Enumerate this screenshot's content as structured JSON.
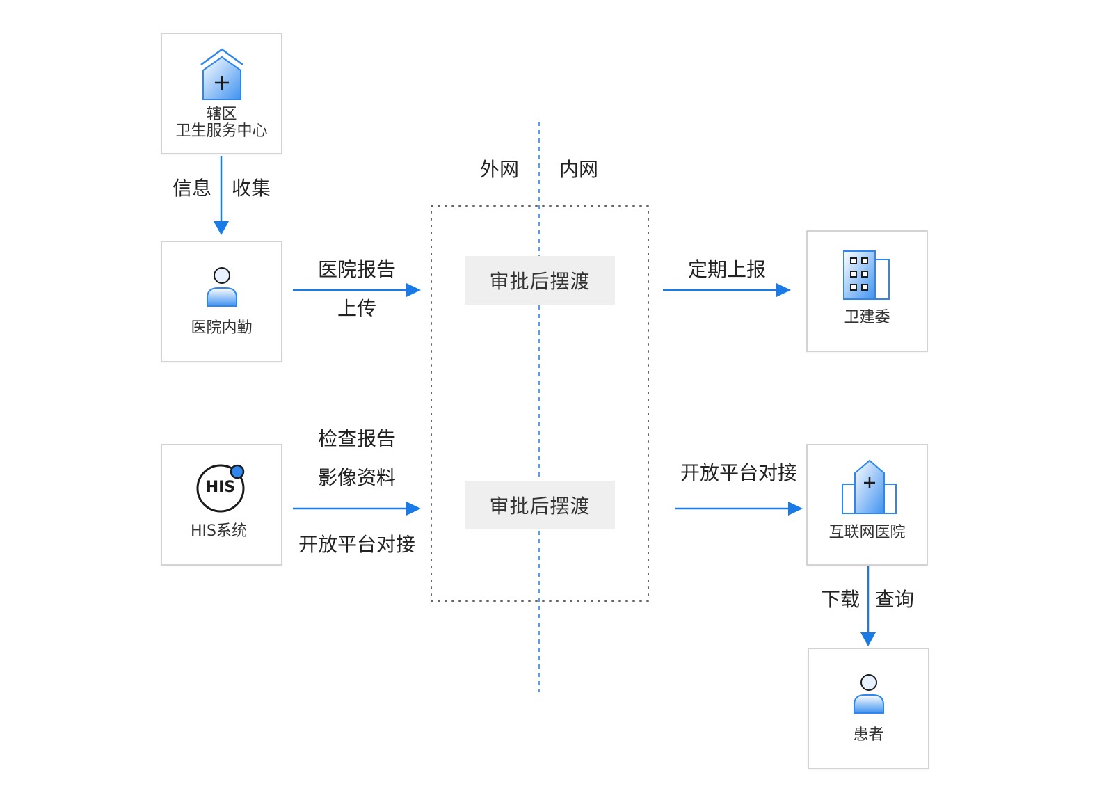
{
  "zones": {
    "external": "外网",
    "internal": "内网"
  },
  "nodes": {
    "district_center": {
      "label_line1": "辖区",
      "label_line2": "卫生服务中心",
      "icon": "hospital-house-icon"
    },
    "hospital_logistics": {
      "label": "医院内勤",
      "icon": "person-icon"
    },
    "his_system": {
      "label": "HIS系统",
      "icon": "his-badge-icon",
      "badge_text": "HIS"
    },
    "health_commission": {
      "label": "卫建委",
      "icon": "office-building-icon"
    },
    "internet_hospital": {
      "label": "互联网医院",
      "icon": "hospital-building-icon"
    },
    "patient": {
      "label": "患者",
      "icon": "person-icon"
    }
  },
  "ferries": {
    "top": "审批后摆渡",
    "bottom": "审批后摆渡"
  },
  "flows": {
    "collect_left": "信息",
    "collect_right": "收集",
    "report_upload_line1": "医院报告",
    "report_upload_line2": "上传",
    "periodic_report": "定期上报",
    "exam_report": "检查报告",
    "imaging_data": "影像资料",
    "open_platform_left": "开放平台对接",
    "open_platform_right": "开放平台对接",
    "download": "下载",
    "query": "查询"
  },
  "colors": {
    "arrow": "#1a7ae6",
    "divider": "#5b9be8",
    "icon_fill_light": "#e8f2ff",
    "icon_fill_dark": "#2f86ec",
    "node_border": "#d3d3d3",
    "ferry_bg": "#efefef"
  }
}
